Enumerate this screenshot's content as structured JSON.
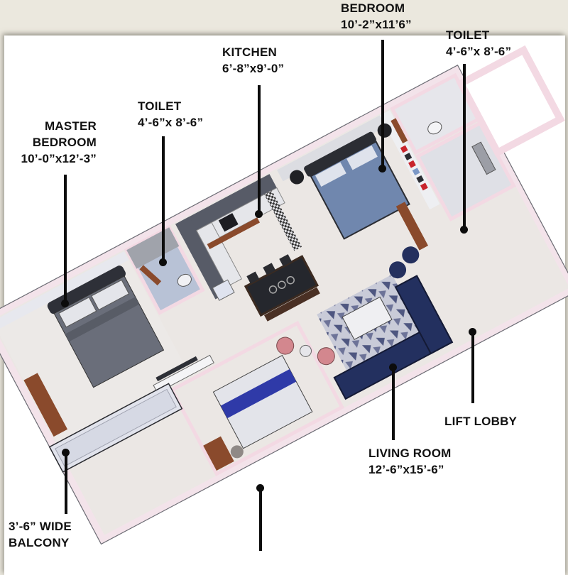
{
  "diagram": {
    "type": "isometric-floor-plan",
    "colors": {
      "background": "#ebe8de",
      "card": "#ffffff",
      "wall_cap": "#f7dde6",
      "wall_side": "#e9e9ee",
      "floor": "#ebe7e4",
      "wood": "#8a4a2c",
      "navy": "#23305f",
      "royal_blue": "#2f3aa8",
      "slate_bed": "#5d6271",
      "blue_bed": "#6f85ad",
      "pink_chair": "#d3878e",
      "marble": "#e3e4ea",
      "dark_cabinet": "#575b67",
      "leader": "#0c0c0c"
    }
  },
  "rooms": [
    {
      "id": "bedroom",
      "name": "BEDROOM",
      "dimensions": "10’-2”x11’6”"
    },
    {
      "id": "toilet-2",
      "name": "TOILET",
      "dimensions": "4’-6”x 8’-6”"
    },
    {
      "id": "kitchen",
      "name": "KITCHEN",
      "dimensions": "6’-8”x9’-0”"
    },
    {
      "id": "toilet-1",
      "name": "TOILET",
      "dimensions": "4’-6”x 8’-6”"
    },
    {
      "id": "master-bedroom",
      "name_line1": "MASTER",
      "name_line2": "BEDROOM",
      "dimensions": "10’-0”x12’-3”"
    },
    {
      "id": "lift-lobby",
      "name": "LIFT LOBBY"
    },
    {
      "id": "living-room",
      "name": "LIVING ROOM",
      "dimensions": "12’-6”x15’-6”"
    },
    {
      "id": "balcony",
      "name_line1": "3’-6” WIDE",
      "name_line2": "BALCONY"
    }
  ],
  "furniture": [
    "double-bed-blue",
    "double-bed-grey",
    "double-bed-royal-blue",
    "l-shaped-sofa-navy",
    "coffee-table",
    "geometric-rug",
    "ottomans",
    "dining-table",
    "kitchen-u-counter",
    "wardrobes",
    "tv-unit",
    "pink-armchairs",
    "side-table",
    "wall-art-grid",
    "toilets",
    "lift-door"
  ]
}
